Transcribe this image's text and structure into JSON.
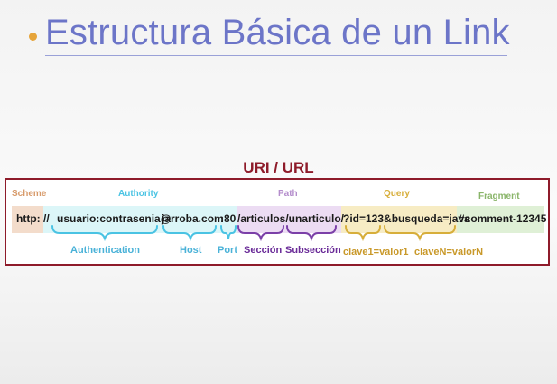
{
  "title": "Estructura Básica de un Link",
  "diagram": {
    "heading": "URI / URL",
    "components": {
      "scheme": "Scheme",
      "authority": "Authority",
      "path": "Path",
      "query": "Query",
      "fragment": "Fragment"
    },
    "url_parts": {
      "scheme": "http: //",
      "userinfo": "usuario:contrasenia@",
      "host": "jarroba.com",
      "port": ":80",
      "path": "/articulos/unarticulo/",
      "query": "?id=123&busqueda=java",
      "fragment": "#comment-12345"
    },
    "subparts": {
      "authentication": "Authentication",
      "host": "Host",
      "port": "Port",
      "section": "Sección",
      "subsection": "Subsección",
      "query1": "clave1=valor1",
      "queryN": "claveN=valorN"
    },
    "colors": {
      "scheme": "#f3dccb",
      "authority": "#dcf6f8",
      "path": "#ecdcf3",
      "query": "#f7ecc4",
      "fragment": "#dff0d6",
      "authority_text": "#4ac3e3",
      "path_text": "#b48dcc",
      "query_text": "#d7ae3a",
      "fragment_text": "#8ab56a",
      "scheme_text": "#d79a6a",
      "title": "#6c75c8",
      "frame": "#8e1b2a"
    }
  }
}
